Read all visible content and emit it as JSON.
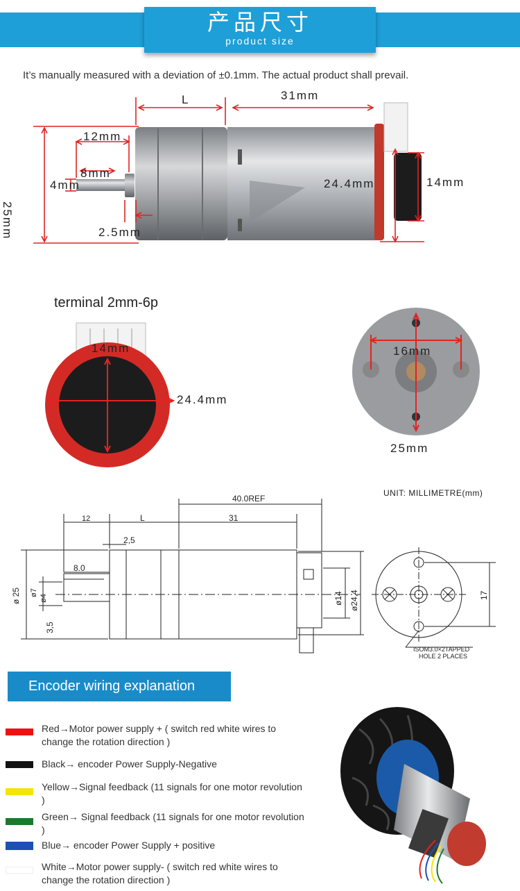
{
  "header": {
    "title_cn": "产品尺寸",
    "title_en": "product size"
  },
  "note": "It’s manually measured with a deviation of ±0.1mm. The actual product shall prevail.",
  "photo_dims": {
    "L": "L",
    "len31": "31mm",
    "len12": "12mm",
    "len8": "8mm",
    "dia4": "4mm",
    "height25": "25mm",
    "len2_5": "2.5mm",
    "dia24_4": "24.4mm",
    "dia14": "14mm"
  },
  "terminal_label": "terminal 2mm-6p",
  "encoder_dims": {
    "dia14": "14mm",
    "dia24_4": "24.4mm"
  },
  "flange_dims": {
    "spacing16": "16mm",
    "dia25": "25mm"
  },
  "drawing": {
    "unit": "UNIT: MILLIMETRE(mm)",
    "ref40": "40.0REF",
    "L": "L",
    "d31": "31",
    "d12": "12",
    "d2_5": "2,5",
    "d8": "8.0",
    "dia25": "ø 25",
    "dia7": "ø7",
    "dia4": "ø4",
    "d3_5": "3,5",
    "dia14": "ø14",
    "dia24_4": "ø24,4",
    "d17": "17",
    "hole_note_1": "ISOM3.0×2TAPPED",
    "hole_note_2": "HOLE 2 PLACES"
  },
  "encoder_section": {
    "title": "Encoder wiring explanation",
    "wires": [
      {
        "color": "#ee1111",
        "text": "Red→Motor power supply + ( switch red white wires to change the rotation direction )"
      },
      {
        "color": "#111111",
        "text": "Black→ encoder Power Supply-Negative"
      },
      {
        "color": "#f5e30a",
        "text": "Yellow→Signal feedback (11 signals  for one motor revolution )"
      },
      {
        "color": "#1a7a2c",
        "text": "Green→ Signal feedback (11 signals for one motor revolution )"
      },
      {
        "color": "#1d4fb5",
        "text": "Blue→  encoder Power Supply + positive"
      },
      {
        "color": "#ffffff",
        "text": "White→Motor power supply- ( switch red white wires to change the rotation direction )"
      }
    ]
  }
}
